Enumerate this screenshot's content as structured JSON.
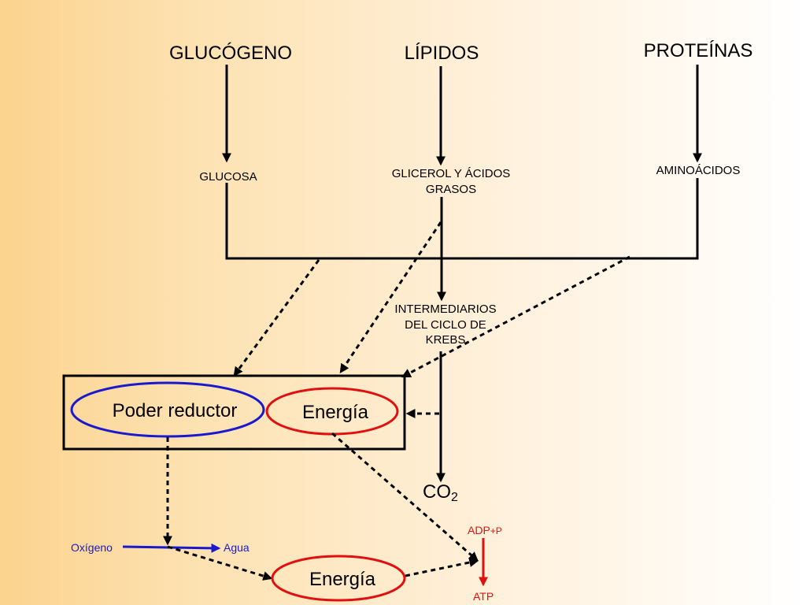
{
  "sources": {
    "glucogeno": "GLUCÓGENO",
    "lipidos": "LÍPIDOS",
    "proteinas": "PROTEÍNAS"
  },
  "products": {
    "glucosa": "GLUCOSA",
    "glicerol_line1": "GLICEROL Y ÁCIDOS",
    "glicerol_line2": "GRASOS",
    "aminoacidos": "AMINOÁCIDOS"
  },
  "krebs": {
    "line1": "INTERMEDIARIOS",
    "line2": "DEL CICLO DE",
    "line3": "KREBS"
  },
  "poder_reductor": "Poder reductor",
  "energia_top": "Energía",
  "energia_bottom": "Energía",
  "co2": {
    "base": "CO",
    "sub": "2"
  },
  "oxigeno": "Oxígeno",
  "agua": "Agua",
  "adp": {
    "base": "ADP",
    "sub": "+P"
  },
  "atp": "ATP",
  "colors": {
    "blue": "#1a1acc",
    "red": "#e01010",
    "black": "#000000"
  }
}
